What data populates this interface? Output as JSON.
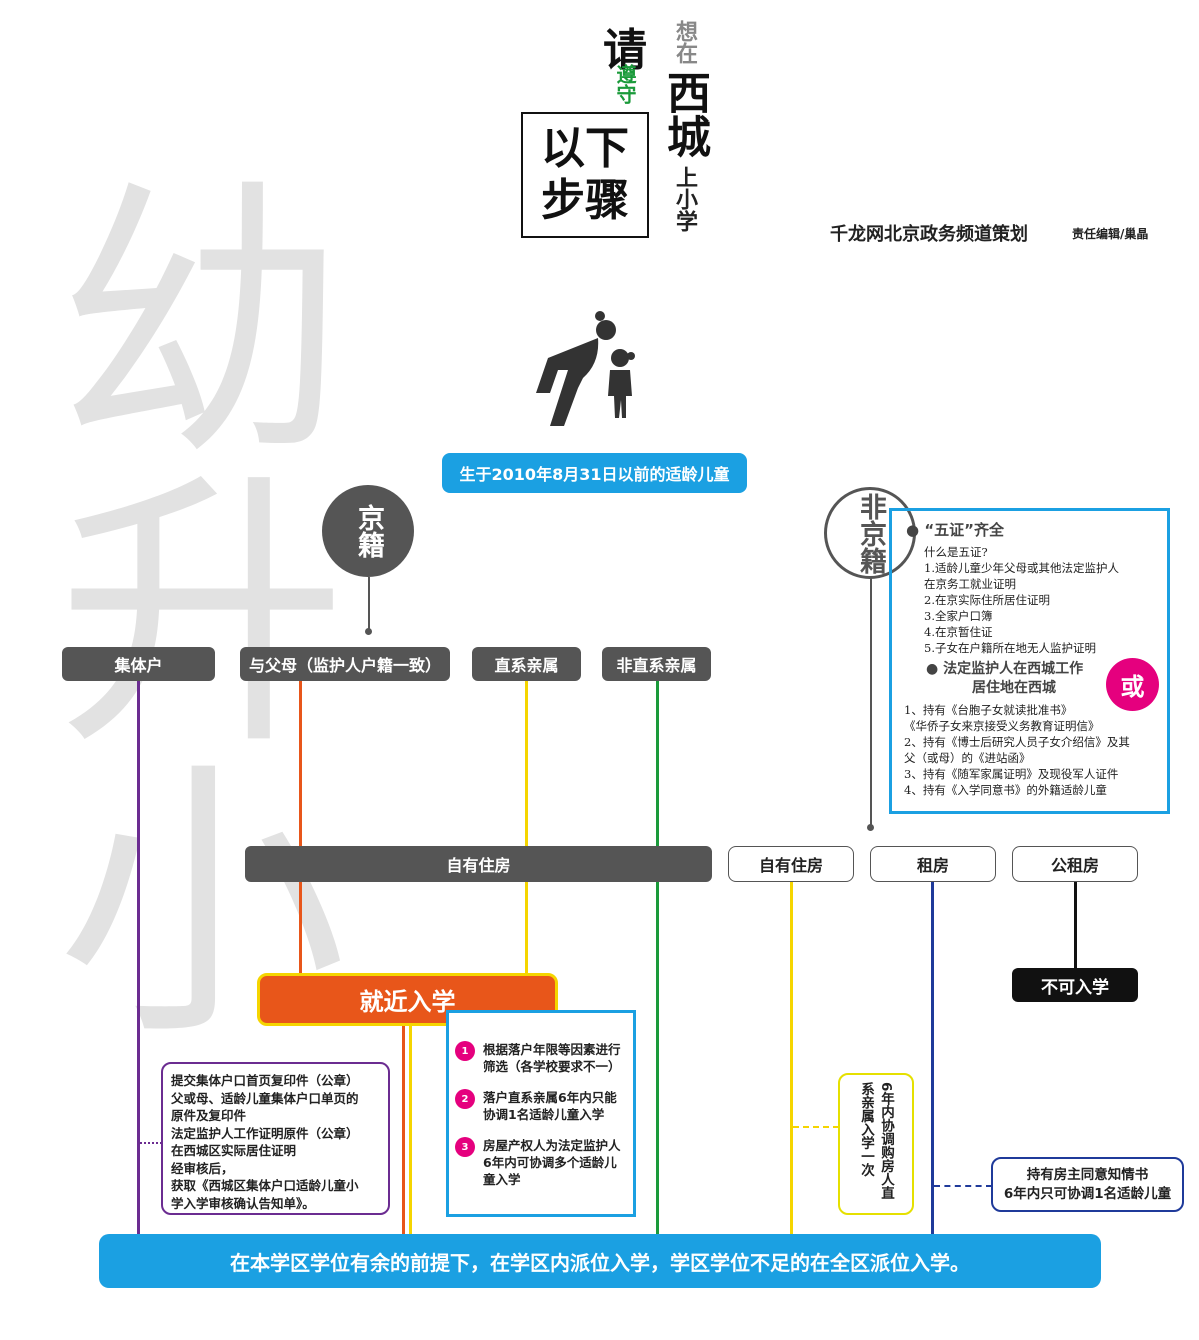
{
  "watermark": "幼升小",
  "title": {
    "please": "请",
    "obey": "遵守",
    "steps_line1": "以下",
    "steps_line2": "步骤",
    "want": "想在",
    "xicheng": "西城",
    "school": "上小学"
  },
  "credit": {
    "org": "千龙网北京政务频道策划",
    "editor": "责任编辑/巢晶"
  },
  "icon": "parent-child-icon",
  "eligibility": "生于2010年8月31日以前的适龄儿童",
  "beijing": {
    "label": "京籍",
    "categories": [
      "集体户",
      "与父母（监护人户籍一致）",
      "直系亲属",
      "非直系亲属"
    ],
    "housing": "自有住房"
  },
  "non_beijing": {
    "label": "非京籍",
    "five_certs_title": "“五证”齐全",
    "five_certs_lines": [
      "什么是五证?",
      "1.适龄儿童少年父母或其他法定监护人",
      "在京务工就业证明",
      "2.在京实际住所居住证明",
      "3.全家户口簿",
      "4.在京暂住证",
      "5.子女在户籍所在地无人监护证明"
    ],
    "guardian_title_1": "法定监护人在西城工作",
    "guardian_title_2": "居住地在西城",
    "or_badge": "或",
    "special_lines": [
      "1、持有《台胞子女就读批准书》",
      "《华侨子女来京接受义务教育证明信》",
      "2、持有《博士后研究人员子女介绍信》及其",
      "父（或母）的《进站函》",
      "3、持有《随军家属证明》及现役军人证件",
      "4、持有《入学同意书》的外籍适龄儿童"
    ],
    "housing": [
      "自有住房",
      "租房",
      "公租房"
    ],
    "no_enroll": "不可入学"
  },
  "nearby": "就近入学",
  "collective_note": [
    "提交集体户口首页复印件（公章）",
    "父或母、适龄儿童集体户口单页的",
    "原件及复印件",
    "法定监护人工作证明原件（公章）",
    "在西城区实际居住证明",
    "经审核后，",
    "获取《西城区集体户口适龄儿童小",
    "学入学审核确认告知单》。"
  ],
  "rules": [
    {
      "n": "1",
      "text": "根据落户年限等因素进行筛选（各学校要求不一）"
    },
    {
      "n": "2",
      "text": "落户直系亲属6年内只能协调1名适龄儿童入学"
    },
    {
      "n": "3",
      "text": "房屋产权人为法定监护人6年内可协调多个适龄儿童入学"
    }
  ],
  "own_house_note": "6年内协调购房人直系亲属入学一次",
  "rent_note": [
    "持有房主同意知情书",
    "6年内只可协调1名适龄儿童"
  ],
  "footer": "在本学区学位有余的前提下，在学区内派位入学，学区学位不足的在全区派位入学。",
  "colors": {
    "blue": "#1ba0e2",
    "orange": "#e8561a",
    "yellow": "#f5d500",
    "green": "#1a9a3a",
    "purple": "#6b2c91",
    "navy": "#1f3a9a",
    "magenta": "#e5007e",
    "gray": "#555555"
  }
}
